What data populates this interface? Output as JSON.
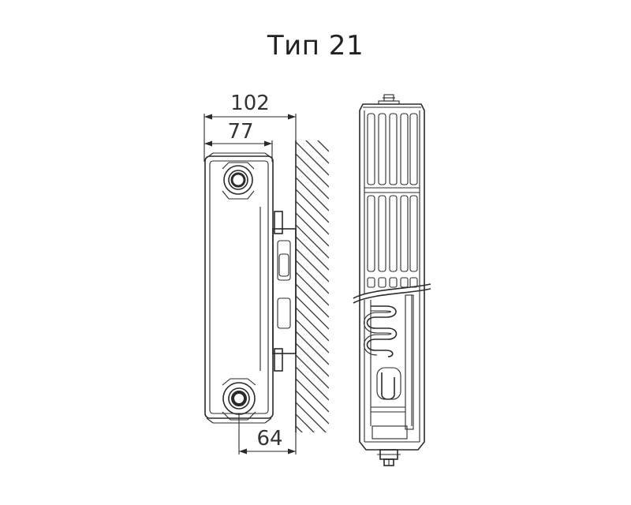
{
  "title": "Тип 21",
  "dimensions": {
    "total_depth": "102",
    "panel_depth": "77",
    "wall_distance": "64"
  },
  "colors": {
    "line": "#2a2a2a",
    "background": "#ffffff"
  }
}
